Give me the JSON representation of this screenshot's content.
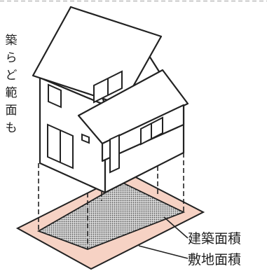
{
  "caption_fragment": [
    "築",
    "ら",
    "ど",
    "範",
    "面",
    "も"
  ],
  "labels": {
    "building_area": "建築面積",
    "site_area": "敷地面積"
  },
  "colors": {
    "site_fill": "#f6d2c4",
    "building_fill": "#9c9c9c",
    "line": "#222222"
  }
}
